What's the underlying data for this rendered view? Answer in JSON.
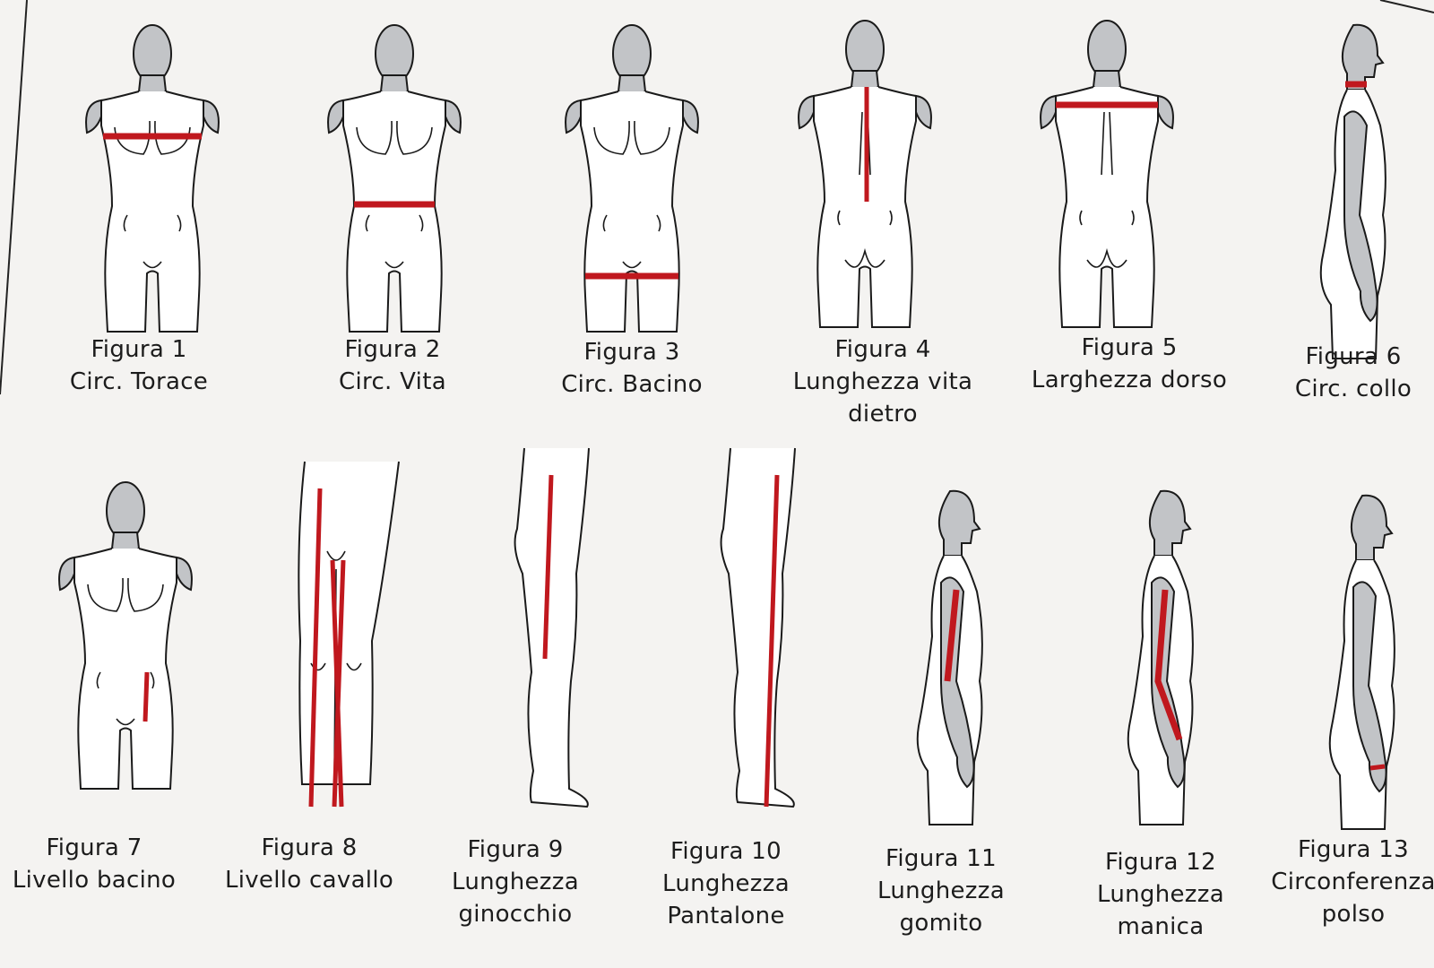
{
  "colors": {
    "measure_line": "#c0181e",
    "mannequin_head": "#c2c4c7",
    "outline": "#1a1a1a",
    "page": "#f4f3f1"
  },
  "figures": [
    {
      "label": "Figura 1",
      "caption": [
        "Circ. Torace"
      ],
      "view": "front-torso",
      "measure": "chest-circumference"
    },
    {
      "label": "Figura 2",
      "caption": [
        "Circ. Vita"
      ],
      "view": "front-torso",
      "measure": "waist-circumference"
    },
    {
      "label": "Figura 3",
      "caption": [
        "Circ. Bacino"
      ],
      "view": "front-torso",
      "measure": "hip-circumference"
    },
    {
      "label": "Figura 4",
      "caption": [
        "Lunghezza vita",
        "dietro"
      ],
      "view": "back-torso",
      "measure": "back-waist-length"
    },
    {
      "label": "Figura 5",
      "caption": [
        "Larghezza dorso"
      ],
      "view": "back-torso",
      "measure": "back-width"
    },
    {
      "label": "Figura 6",
      "caption": [
        "Circ. collo"
      ],
      "view": "side-torso",
      "measure": "neck-circumference"
    },
    {
      "label": "Figura 7",
      "caption": [
        "Livello bacino"
      ],
      "view": "front-torso",
      "measure": "hip-level"
    },
    {
      "label": "Figura 8",
      "caption": [
        "Livello cavallo"
      ],
      "view": "legs-front",
      "measure": "crotch-level"
    },
    {
      "label": "Figura 9",
      "caption": [
        "Lunghezza",
        "ginocchio"
      ],
      "view": "leg-side",
      "measure": "knee-length"
    },
    {
      "label": "Figura 10",
      "caption": [
        "Lunghezza",
        "Pantalone"
      ],
      "view": "leg-side",
      "measure": "trouser-length"
    },
    {
      "label": "Figura 11",
      "caption": [
        "Lunghezza",
        "gomito"
      ],
      "view": "side-torso",
      "measure": "elbow-length"
    },
    {
      "label": "Figura 12",
      "caption": [
        "Lunghezza",
        "manica"
      ],
      "view": "side-torso",
      "measure": "sleeve-length"
    },
    {
      "label": "Figura 13",
      "caption": [
        "Circonferenza",
        "polso"
      ],
      "view": "side-torso",
      "measure": "wrist-circumference"
    }
  ]
}
